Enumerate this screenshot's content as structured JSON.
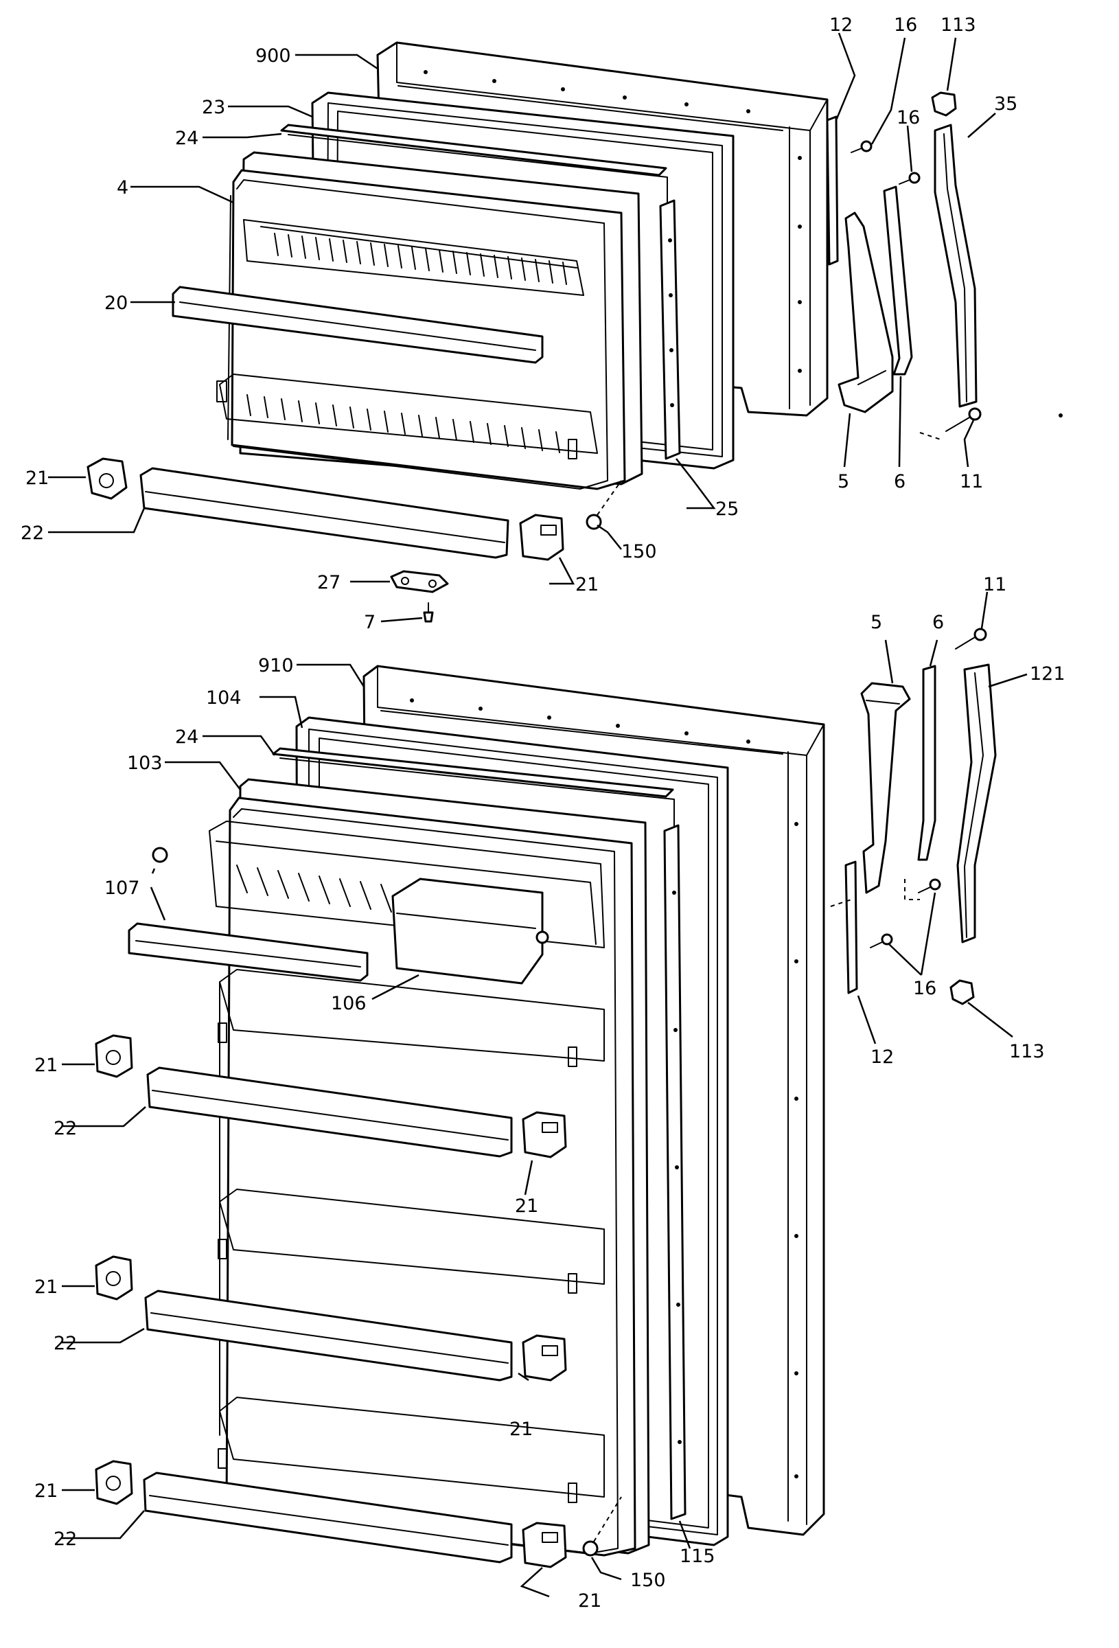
{
  "diagram": {
    "upper_door_callouts": {
      "door_panel": "900",
      "gasket": "23",
      "breaker_strip": "24",
      "door_liner": "4",
      "shelf_bar": "20",
      "shelf_end_left": "21",
      "shelf_bar_lower": "22",
      "shelf_end_right": "21",
      "hinge_plate": "27",
      "screw": "7",
      "screw_150": "150",
      "rail_25": "25",
      "stop_12": "12",
      "screw_16a": "16",
      "screw_16b": "16",
      "plug_113": "113",
      "handle_trim_35": "35",
      "handle_5": "5",
      "bracket_6": "6",
      "screw_11": "11"
    },
    "lower_door_callouts": {
      "door_panel": "910",
      "gasket": "104",
      "breaker_strip": "24",
      "door_liner": "103",
      "cap_bars": "107",
      "dairy_door": "106",
      "shelf_end_1": "21",
      "shelf_bar_1": "22",
      "shelf_end_1r": "21",
      "shelf_end_2": "21",
      "shelf_bar_2": "22",
      "shelf_end_2r": "21",
      "shelf_end_3": "21",
      "shelf_bar_3": "22",
      "shelf_end_3r": "21",
      "screw_150": "150",
      "rail_115": "115",
      "handle_5": "5",
      "bracket_6": "6",
      "screw_11": "11",
      "handle_trim_121": "121",
      "stop_12": "12",
      "screw_16": "16",
      "plug_113": "113"
    }
  }
}
